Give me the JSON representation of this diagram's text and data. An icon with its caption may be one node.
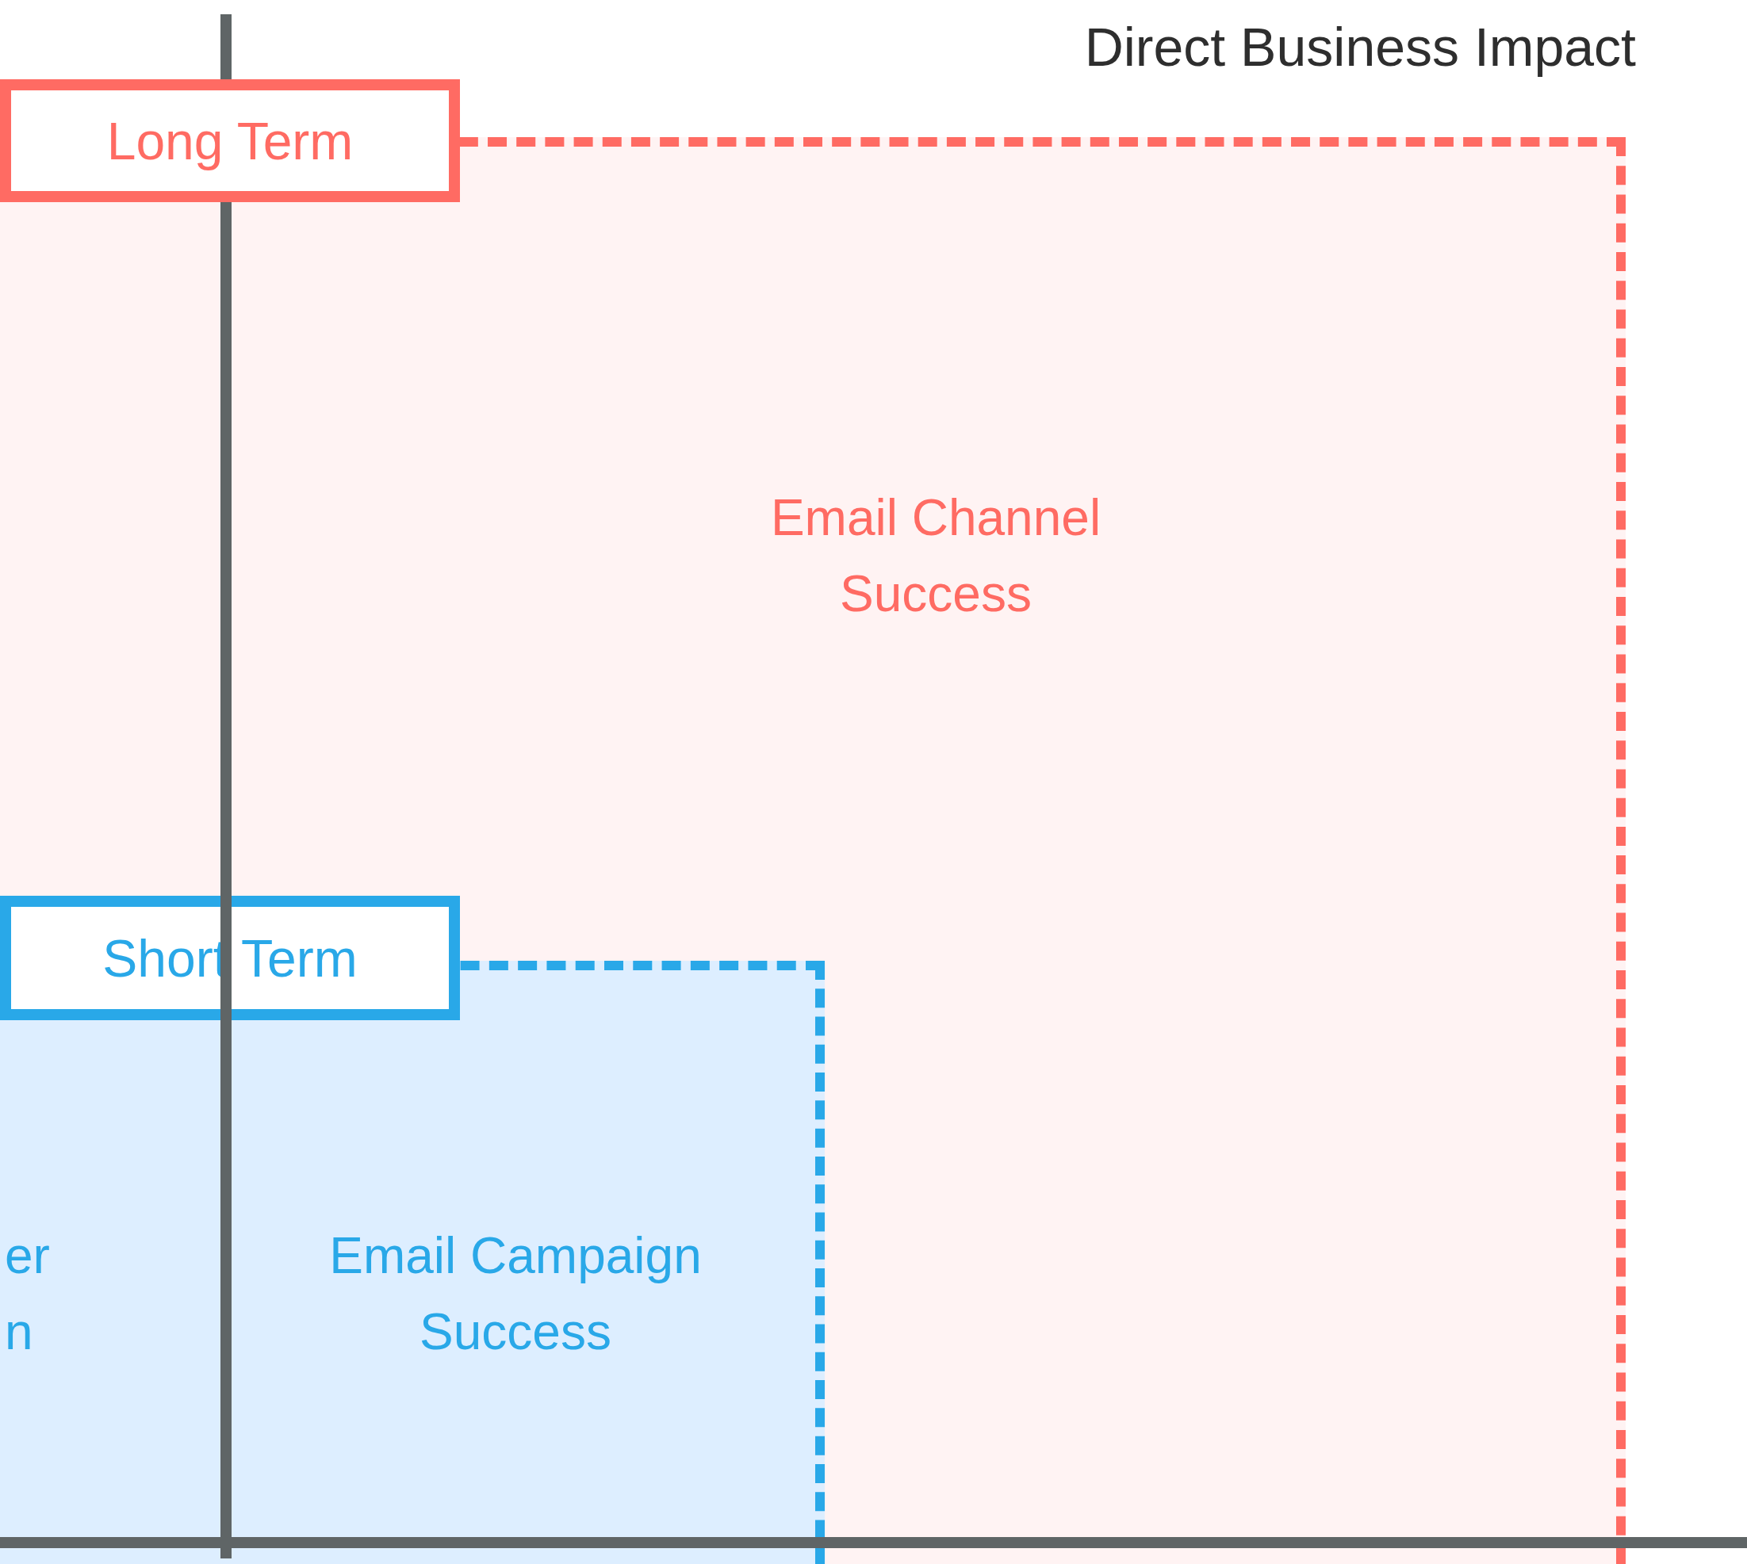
{
  "diagram": {
    "nodes": [
      {
        "text": [
          "Long Term"
        ]
      },
      {
        "text": [
          "Email Channel Success"
        ]
      },
      {
        "text": [
          "Short Term"
        ],
        "in": 1
      },
      {
        "text": [
          "er n",
          "Email Campaign Success"
        ],
        "in": 1
      }
    ],
    "labels": [
      "Direct Business Impact"
    ]
  }
}
